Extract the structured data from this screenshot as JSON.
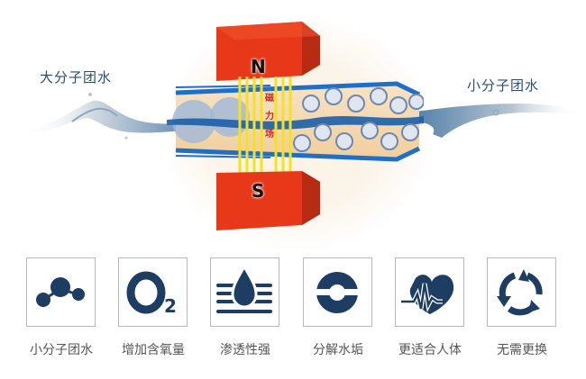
{
  "diagram": {
    "left_label": "大分子团水",
    "right_label": "小分子团水",
    "magnet_north": "N",
    "magnet_south": "S",
    "field_label": [
      "磁",
      "力",
      "场"
    ],
    "colors": {
      "magnet": "#e8381a",
      "tube": "#1f6fc8",
      "field_arrows": "#f5e21b",
      "text": "#2a4d74",
      "icon": "#1d3d63"
    }
  },
  "features": [
    {
      "icon": "molecule-icon",
      "label": "小分子团水"
    },
    {
      "icon": "oxygen-o2-icon",
      "label": "增加含氧量"
    },
    {
      "icon": "water-drop-penetration-icon",
      "label": "渗透性强"
    },
    {
      "icon": "scale-decompose-icon",
      "label": "分解水垢"
    },
    {
      "icon": "heart-pulse-icon",
      "label": "更适合人体"
    },
    {
      "icon": "recycle-arrows-icon",
      "label": "无需更换"
    }
  ]
}
